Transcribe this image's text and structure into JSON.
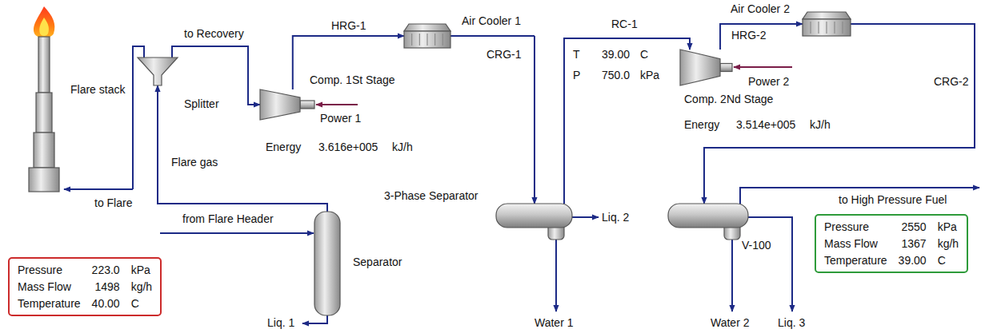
{
  "diagram": {
    "nodes": [
      {
        "text": [
          "Flare stack"
        ]
      },
      {
        "text": [
          "Splitter"
        ]
      },
      {
        "text": [
          "Comp. 1St Stage"
        ]
      },
      {
        "text": [
          "Air Cooler 1"
        ]
      },
      {
        "text": [
          "Comp. 2Nd Stage"
        ]
      },
      {
        "text": [
          "Air Cooler 2"
        ]
      },
      {
        "text": [
          "3-Phase Separator"
        ]
      },
      {
        "text": [
          "V-100"
        ]
      },
      {
        "text": [
          "Separator"
        ]
      },
      {
        "text": [
          "Pressure",
          "223.0",
          "kPa",
          "Mass Flow",
          "1498",
          "kg/h",
          "Temperature",
          "40.00",
          "C"
        ]
      },
      {
        "text": [
          "Pressure",
          "2550",
          "kPa",
          "Mass Flow",
          "1367",
          "kg/h",
          "Temperature",
          "39.00",
          "C"
        ]
      }
    ],
    "edges": [
      {
        "from": 1,
        "to": 0,
        "arrow": "to",
        "label": "to Flare"
      },
      {
        "from": 1,
        "to": 2,
        "arrow": "to",
        "label": "to Recovery"
      },
      {
        "from": 8,
        "to": 1,
        "arrow": "to",
        "label": "Flare gas"
      },
      {
        "from": 2,
        "to": 3,
        "arrow": "to",
        "label": "HRG-1"
      },
      {
        "from": 3,
        "to": 6,
        "arrow": "to",
        "label": "CRG-1"
      },
      {
        "from": 6,
        "to": 4,
        "arrow": "to",
        "label": "RC-1"
      },
      {
        "from": 4,
        "to": 5,
        "arrow": "to",
        "label": "HRG-2"
      },
      {
        "from": 5,
        "to": 7,
        "arrow": "to",
        "label": "CRG-2"
      }
    ],
    "labels": [
      "Power 1",
      "Energy",
      "3.616e+005",
      "kJ/h",
      "T",
      "39.00",
      "C",
      "P",
      "750.0",
      "kPa",
      "Power 2",
      "Energy",
      "3.514e+005",
      "kJ/h",
      "from Flare Header",
      "Liq. 1",
      "Liq. 2",
      "Water 1",
      "Water 2",
      "Liq. 3",
      "to High Pressure Fuel"
    ]
  }
}
